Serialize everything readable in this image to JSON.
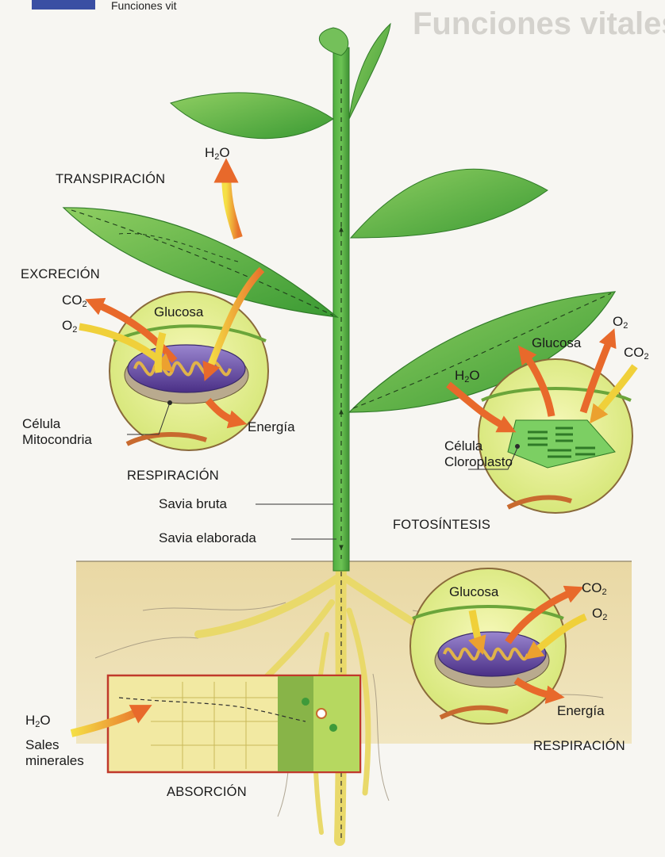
{
  "background": {
    "title": "Funciones vitales",
    "corner_text": "Funciones vit"
  },
  "labels": {
    "transpiracion": "TRANSPIRACIÓN",
    "excrecion": "EXCRECIÓN",
    "respiracion_left": "RESPIRACIÓN",
    "respiracion_right": "RESPIRACIÓN",
    "fotosintesis": "FOTOSÍNTESIS",
    "absorcion": "ABSORCIÓN",
    "savia_bruta": "Savia bruta",
    "savia_elaborada": "Savia elaborada",
    "glucosa_left": "Glucosa",
    "glucosa_right_top": "Glucosa",
    "glucosa_bottom": "Glucosa",
    "energia_left": "Energía",
    "energia_bottom": "Energía",
    "celula_mitocondria": "Célula\nMitocondria",
    "celula_cloroplasto": "Célula\nCloroplasto",
    "sales_minerales": "Sales\nminerales"
  },
  "formulas": {
    "h2o_top": {
      "base": "H",
      "sub": "2",
      "rest": "O"
    },
    "h2o_photo": {
      "base": "H",
      "sub": "2",
      "rest": "O"
    },
    "h2o_absorb": {
      "base": "H",
      "sub": "2",
      "rest": "O"
    },
    "co2_left": {
      "base": "CO",
      "sub": "2",
      "rest": ""
    },
    "o2_left": {
      "base": "O",
      "sub": "2",
      "rest": ""
    },
    "o2_photo": {
      "base": "O",
      "sub": "2",
      "rest": ""
    },
    "co2_photo": {
      "base": "CO",
      "sub": "2",
      "rest": ""
    },
    "co2_bottom": {
      "base": "CO",
      "sub": "2",
      "rest": ""
    },
    "o2_bottom": {
      "base": "O",
      "sub": "2",
      "rest": ""
    }
  },
  "colors": {
    "leaf": "#43a538",
    "leaf_light": "#7cc45a",
    "stem": "#3f9a35",
    "soil": "#e8d59f",
    "root": "#f2e38a",
    "circle_fill": "#e3ee8a",
    "mitochondria": "#5a3d9a",
    "chloroplast": "#53b548",
    "arrow_yellow": "#f2d23a",
    "arrow_orange": "#e8642a",
    "frame_red": "#c0392b"
  }
}
